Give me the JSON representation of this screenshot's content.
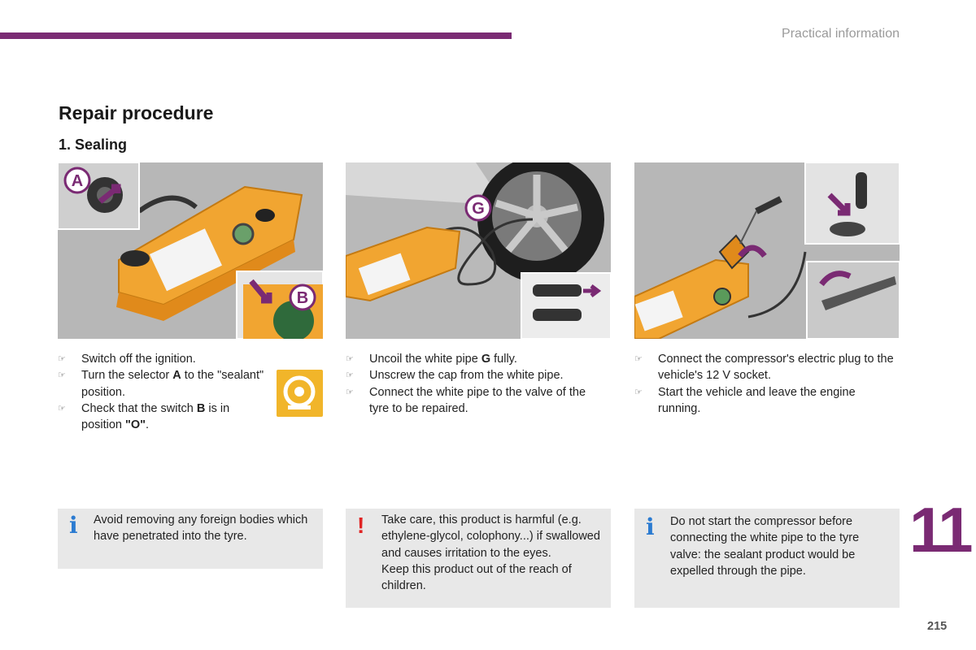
{
  "header": {
    "section": "Practical information"
  },
  "title": "Repair procedure",
  "subtitle": "1. Sealing",
  "figures": {
    "one": {
      "callout_a": "A",
      "callout_b": "B"
    },
    "two": {
      "callout_g": "G"
    }
  },
  "steps": [
    {
      "items": [
        {
          "parts": [
            "Switch off the ignition."
          ]
        },
        {
          "parts": [
            "Turn the selector ",
            "A",
            " to the \"sealant\" position."
          ]
        },
        {
          "parts": [
            "Check that the switch ",
            "B",
            " is in position ",
            "\"O\"",
            "."
          ]
        }
      ]
    },
    {
      "items": [
        {
          "parts": [
            "Uncoil the white pipe ",
            "G",
            " fully."
          ]
        },
        {
          "parts": [
            "Unscrew the cap from the white pipe."
          ]
        },
        {
          "parts": [
            "Connect the white pipe to the valve of the tyre to be repaired."
          ]
        }
      ]
    },
    {
      "items": [
        {
          "parts": [
            "Connect the compressor's electric plug to the vehicle's 12 V socket."
          ]
        },
        {
          "parts": [
            "Start the vehicle and leave the engine running."
          ]
        }
      ]
    }
  ],
  "notes": [
    {
      "type": "info",
      "icon": "info-icon",
      "text": "Avoid removing any foreign bodies which have penetrated into the tyre."
    },
    {
      "type": "warning",
      "icon": "warning-icon",
      "line1": "Take care, this product is harmful (e.g. ethylene-glycol, colophony...) if swallowed and causes irritation to the eyes.",
      "line2": "Keep this product out of the reach of children."
    },
    {
      "type": "info",
      "icon": "info-icon",
      "text": "Do not start the compressor before connecting the white pipe to the tyre valve: the sealant product would be expelled through the pipe."
    }
  ],
  "chapter_number": "11",
  "page_number": "215",
  "colors": {
    "accent": "#7a2a73",
    "compressor": "#f1a531",
    "info": "#2b7bd1",
    "warning": "#e02323"
  }
}
